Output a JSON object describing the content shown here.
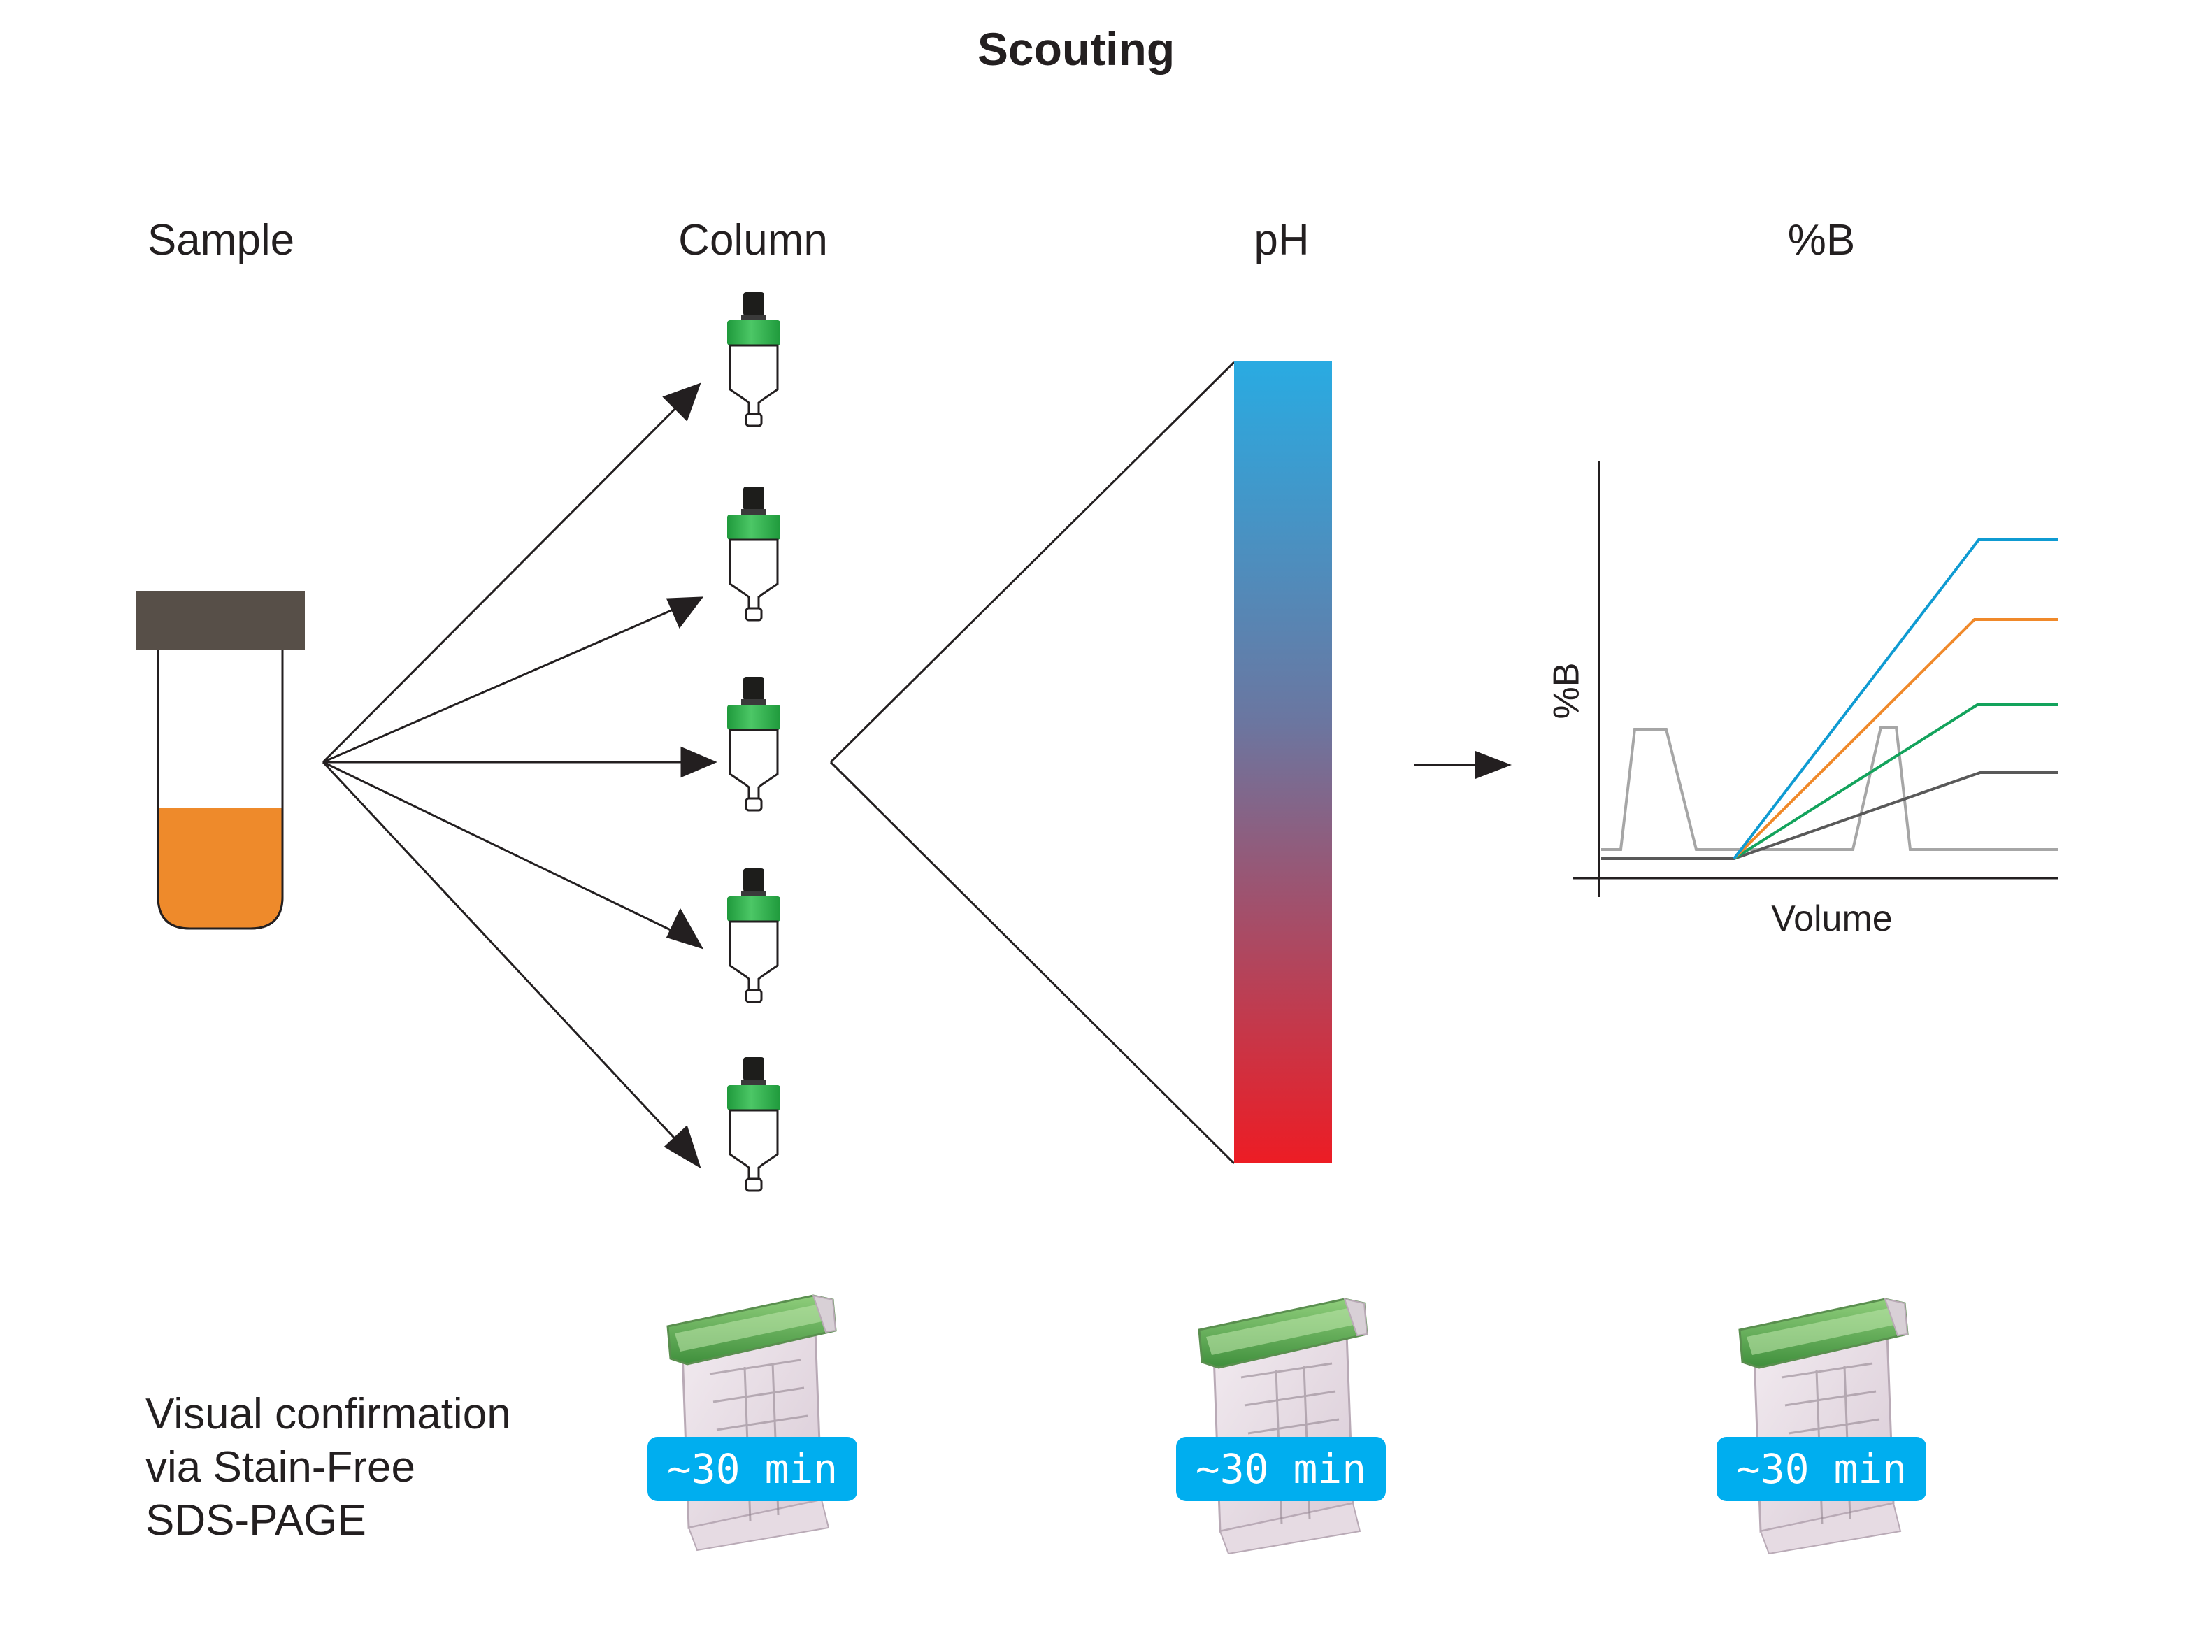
{
  "title": "Scouting",
  "headers": {
    "sample": "Sample",
    "column": "Column",
    "ph": "pH",
    "percent_b": "%B"
  },
  "chart": {
    "ylabel": "%B",
    "xlabel": "Volume"
  },
  "footnote": {
    "line1": "Visual confirmation",
    "line2": "via Stain-Free",
    "line3": "SDS-PAGE"
  },
  "gels": [
    {
      "time": "~30 min"
    },
    {
      "time": "~30 min"
    },
    {
      "time": "~30 min"
    }
  ],
  "colors": {
    "sample_cap": "#574f48",
    "sample_liquid": "#ee8a2b",
    "column_cap": "#2db34a",
    "ph_top": "#29abe2",
    "ph_bottom": "#ed1c24",
    "line_blue": "#0f9bd2",
    "line_orange": "#f0892a",
    "line_green": "#13a35c",
    "line_dark": "#595959",
    "line_grey": "#a6a6a6",
    "badge": "#00aeef"
  }
}
